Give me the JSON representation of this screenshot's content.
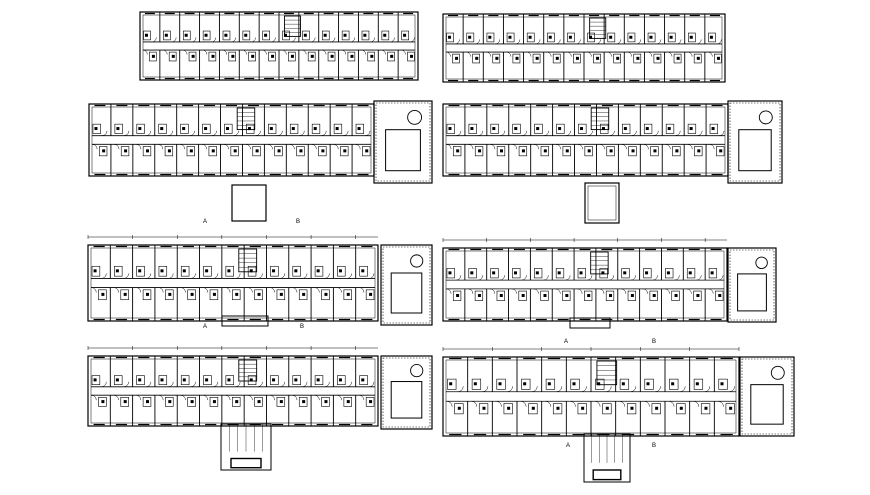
{
  "drawing": {
    "line_color": "#000000",
    "background": "#ffffff",
    "labels": {
      "axis_a_top": "A",
      "axis_b_top": "B",
      "axis_a_bottom": "A",
      "axis_b_bottom": "B"
    }
  },
  "plans": [
    {
      "id": "floor-plan-1",
      "bays": 14,
      "pool": false
    },
    {
      "id": "floor-plan-2",
      "bays": 14,
      "pool": false
    },
    {
      "id": "floor-plan-3",
      "bays": 13,
      "pool": true
    },
    {
      "id": "floor-plan-4",
      "bays": 13,
      "pool": true
    },
    {
      "id": "floor-plan-5",
      "bays": 13,
      "pool": true
    },
    {
      "id": "floor-plan-6",
      "bays": 13,
      "pool": true
    },
    {
      "id": "floor-plan-7",
      "bays": 13,
      "pool": true
    },
    {
      "id": "floor-plan-8",
      "bays": 12,
      "pool": true
    }
  ]
}
